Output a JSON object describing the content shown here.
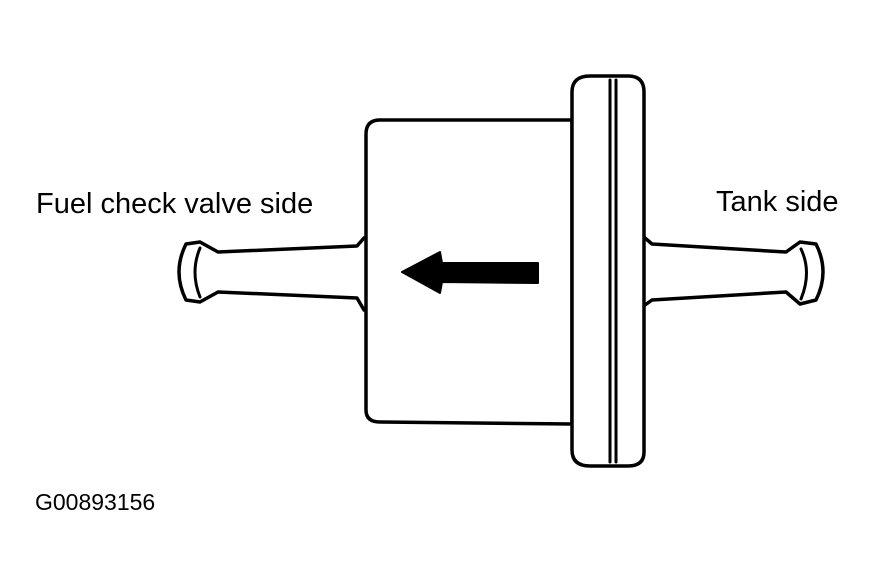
{
  "labels": {
    "fuel_check_valve_side": "Fuel check valve side",
    "tank_side": "Tank side",
    "figure_id": "G00893156"
  },
  "icons": {
    "filter": "fuel-filter-icon",
    "arrow": "flow-arrow-icon"
  },
  "colors": {
    "line": "#000000",
    "background": "#ffffff"
  }
}
